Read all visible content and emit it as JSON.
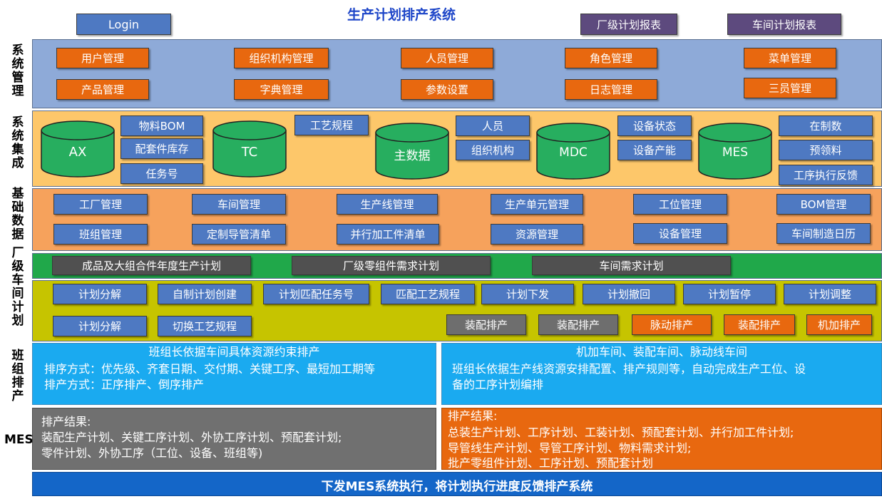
{
  "header": {
    "title": "生产计划排产系统",
    "login": "Login",
    "factory_report": "厂级计划报表",
    "workshop_report": "车间计划报表"
  },
  "side_labels": {
    "sys_mgmt": "系\n统\n管\n理",
    "sys_integration": "系\n统\n集\n成",
    "base_data": "基\n础\n数\n据",
    "factory": "厂\n级",
    "workshop": "车\n间\n计\n划",
    "team": "班\n组\n排\n产",
    "mes": "MES"
  },
  "sys_mgmt": {
    "row1": [
      "用户管理",
      "组织机构管理",
      "人员管理",
      "角色管理",
      "菜单管理"
    ],
    "row2": [
      "产品管理",
      "字典管理",
      "参数设置",
      "日志管理",
      "三员管理"
    ]
  },
  "integration": {
    "ax": "AX",
    "ax_items": [
      "物料BOM",
      "配套件库存",
      "任务号"
    ],
    "tc": "TC",
    "tc_item": "工艺规程",
    "master": "主数据",
    "master_items": [
      "人员",
      "组织机构"
    ],
    "mdc": "MDC",
    "mdc_items": [
      "设备状态",
      "设备产能"
    ],
    "mes": "MES",
    "mes_items": [
      "在制数",
      "预领料",
      "工序执行反馈"
    ]
  },
  "base_data": {
    "row1": [
      "工厂管理",
      "车间管理",
      "生产线管理",
      "生产单元管理",
      "工位管理",
      "BOM管理"
    ],
    "row2": [
      "班组管理",
      "定制导管清单",
      "并行加工件清单",
      "资源管理",
      "设备管理",
      "车间制造日历"
    ]
  },
  "factory_plan": [
    "成品及大组合件年度生产计划",
    "厂级零组件需求计划",
    "车间需求计划"
  ],
  "workshop_plan": {
    "row1": [
      "计划分解",
      "自制计划创建",
      "计划匹配任务号",
      "匹配工艺规程",
      "计划下发",
      "计划撤回",
      "计划暂停",
      "计划调整"
    ],
    "row2": [
      "计划分解",
      "切换工艺规程",
      "装配排产",
      "装配排产",
      "脉动排产",
      "装配排产",
      "机加排产"
    ]
  },
  "team": {
    "left_title": "班组长依据车间具体资源约束排产",
    "left_lines": [
      "排序方式：优先级、齐套日期、交付期、关键工序、最短加工期等",
      "排产方式：正序排产、倒序排产"
    ],
    "right_title": "机加车间、装配车间、脉动线车间",
    "right_lines": [
      "班组长依据生产线资源安排配置、排产规则等，自动完成生产工位、设",
      "备的工序计划编排"
    ]
  },
  "mes": {
    "left_lines": [
      "排产结果:",
      "装配生产计划、关键工序计划、外协工序计划、预配套计划;",
      "零件计划、外协工序（工位、设备、班组等)"
    ],
    "right_lines": [
      "排产结果:",
      "总装生产计划、工序计划、工装计划、预配套计划、并行加工件计划;",
      "导管线生产计划、导管工序计划、物料需求计划;",
      "批产零组件计划、工序计划、预配套计划"
    ]
  },
  "footer": "下发MES系统执行，将计划执行进度反馈排产系统",
  "colors": {
    "title": "#1d45c8",
    "sys_mgmt_bg": "#8eaad8",
    "integration_bg": "#fdc76a",
    "base_data_bg": "#f6a25c",
    "factory_bg": "#20a84a",
    "workshop_bg": "#c6c400",
    "team_bg": "#1aaaf0",
    "mes_left_bg": "#707070",
    "mes_right_bg": "#e8680f",
    "footer_bg": "#1466c8",
    "cylinder": "#27ae5f"
  }
}
